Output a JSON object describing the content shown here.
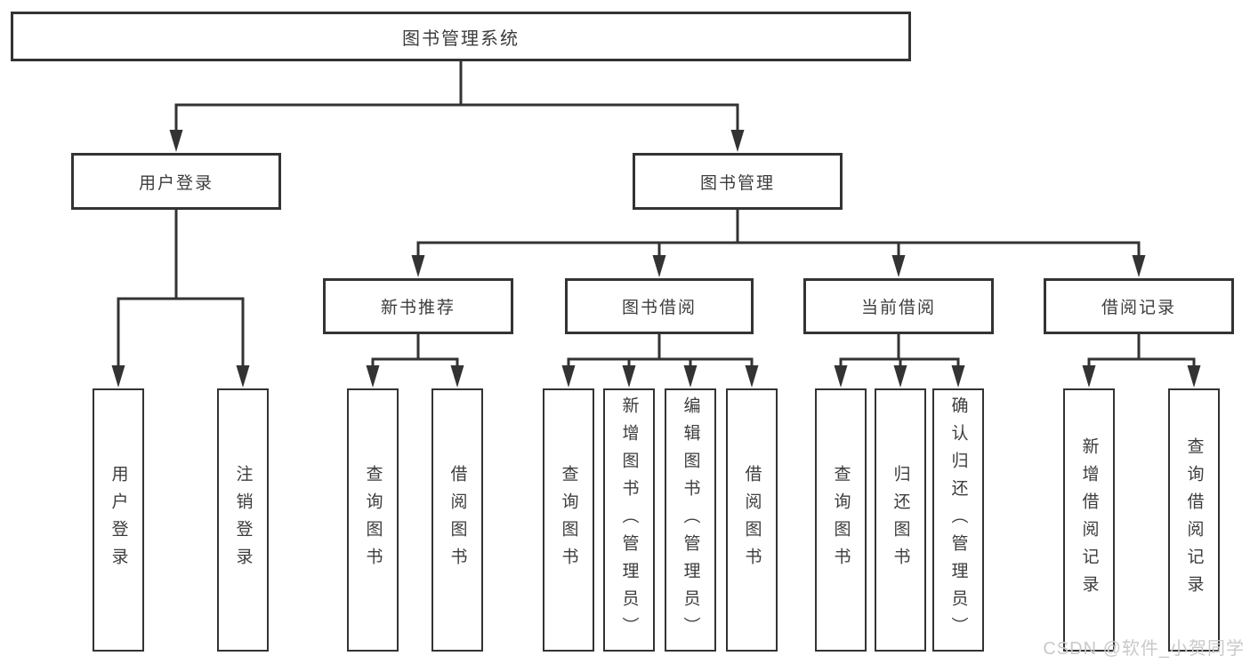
{
  "tree": {
    "label": "图书管理系统",
    "children": [
      {
        "label": "用户登录",
        "children": [
          {
            "label": "用户登录"
          },
          {
            "label": "注销登录"
          }
        ]
      },
      {
        "label": "图书管理",
        "children": [
          {
            "label": "新书推荐",
            "children": [
              {
                "label": "查询图书"
              },
              {
                "label": "借阅图书"
              }
            ]
          },
          {
            "label": "图书借阅",
            "children": [
              {
                "label": "查询图书"
              },
              {
                "label": "新增图书（管理员）"
              },
              {
                "label": "编辑图书（管理员）"
              },
              {
                "label": "借阅图书"
              }
            ]
          },
          {
            "label": "当前借阅",
            "children": [
              {
                "label": "查询图书"
              },
              {
                "label": "归还图书"
              },
              {
                "label": "确认归还（管理员）"
              }
            ]
          },
          {
            "label": "借阅记录",
            "children": [
              {
                "label": "新增借阅记录"
              },
              {
                "label": "查询借阅记录"
              }
            ]
          }
        ]
      }
    ]
  },
  "watermark": {
    "text": "CSDN @软件_小贺同学"
  },
  "colors": {
    "line": "#333333",
    "text": "#3d3d3d",
    "background": "#ffffff",
    "watermark": "#c9c9c9"
  }
}
